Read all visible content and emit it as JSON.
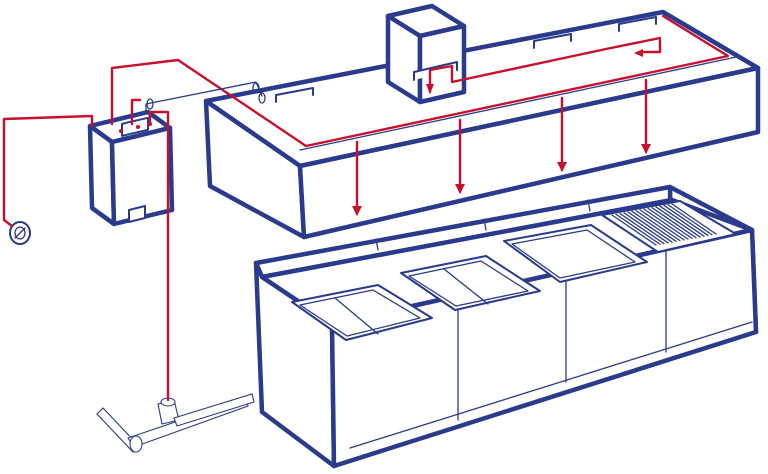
{
  "diagram": {
    "subject": "",
    "labels": []
  },
  "colors": {
    "outline": "#2a3a8c",
    "suppression_line": "#c8102e",
    "background": "#ffffff"
  },
  "components": {
    "control_panel": {
      "icon": "control-panel-icon"
    },
    "pull_station": {
      "icon": "pull-station-icon"
    },
    "hood": {
      "nozzle_drops": 4
    },
    "duct_collar": {},
    "cook_line": {
      "appliances": [
        "fryer",
        "fryer",
        "griddle",
        "charbroiler"
      ]
    },
    "gas_pipe": {}
  }
}
